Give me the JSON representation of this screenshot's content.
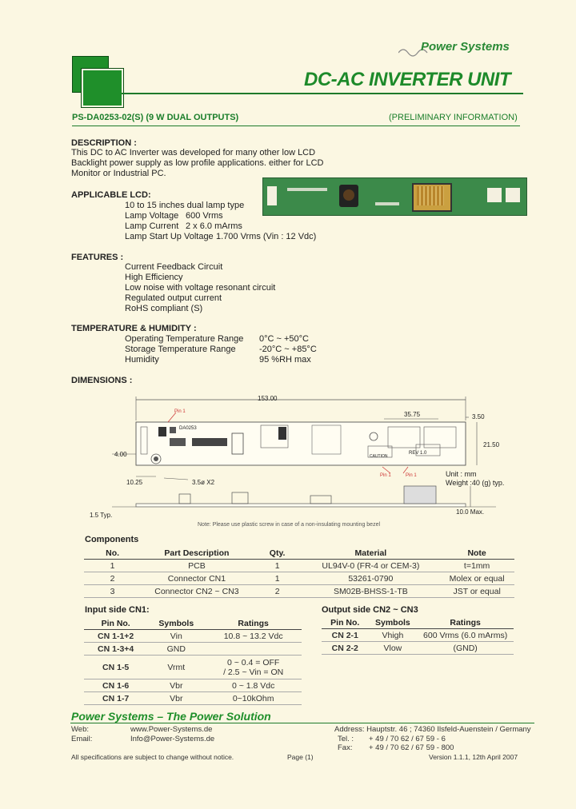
{
  "brand": "Power Systems",
  "title": "DC-AC INVERTER UNIT",
  "model": "PS-DA0253-02(S)  (9 W DUAL OUTPUTS)",
  "prelim": "(PRELIMINARY INFORMATION)",
  "description": {
    "heading": "DESCRIPTION :",
    "lines": [
      "This DC to AC Inverter was developed for many other low LCD",
      "Backlight power supply as low profile applications. either for LCD",
      "Monitor or Industrial PC."
    ]
  },
  "lcd": {
    "heading": "APPLICABLE LCD:",
    "items": [
      {
        "label": "10 to 15 inches dual lamp type",
        "value": ""
      },
      {
        "label": "Lamp Voltage",
        "value": "600 Vrms"
      },
      {
        "label": "Lamp Current",
        "value": "2 x 6.0 mArms"
      },
      {
        "label": "Lamp Start Up Voltage",
        "value": "1.700 Vrms (Vin : 12 Vdc)"
      }
    ]
  },
  "features": {
    "heading": "FEATURES :",
    "items": [
      "Current Feedback Circuit",
      "High Efficiency",
      "Low noise with voltage resonant circuit",
      "Regulated output current",
      "RoHS compliant (S)"
    ]
  },
  "temp": {
    "heading": "TEMPERATURE & HUMIDITY :",
    "items": [
      {
        "label": "Operating Temperature Range",
        "value": "0°C ~ +50°C"
      },
      {
        "label": "Storage Temperature Range",
        "value": "-20°C ~ +85°C"
      },
      {
        "label": "Humidity",
        "value": "95 %RH max"
      }
    ]
  },
  "dimensions": {
    "heading": "DIMENSIONS :",
    "length": "153.00",
    "d1": "35.75",
    "d2": "3.50",
    "width": "21.50",
    "side": "4.00",
    "hole_offset": "10.25",
    "hole": "3.5ø X2",
    "thick": "1.5 Typ.",
    "height": "10.0 Max.",
    "unit": "Unit : mm",
    "weight": "Weight :40 (g) typ.",
    "note": "Note: Please use plastic screw in case of a non-insulating mounting bezel",
    "pcb_model": "DA0253",
    "pin1": "Pin 1",
    "caution": "CAUTION",
    "rev": "REV 1.0"
  },
  "components": {
    "heading": "Components",
    "columns": [
      "No.",
      "Part Description",
      "Qty.",
      "Material",
      "Note"
    ],
    "rows": [
      [
        "1",
        "PCB",
        "1",
        "UL94V-0 (FR-4 or CEM-3)",
        "t=1mm"
      ],
      [
        "2",
        "Connector CN1",
        "1",
        "53261-0790",
        "Molex or equal"
      ],
      [
        "3",
        "Connector CN2 ~ CN3",
        "2",
        "SM02B-BHSS-1-TB",
        "JST or equal"
      ]
    ]
  },
  "input": {
    "heading": "Input side CN1:",
    "columns": [
      "Pin No.",
      "Symbols",
      "Ratings"
    ],
    "rows": [
      [
        "CN 1-1+2",
        "Vin",
        "10.8 ~ 13.2 Vdc"
      ],
      [
        "CN 1-3+4",
        "GND",
        ""
      ],
      [
        "CN 1-5",
        "Vrmt",
        "0 ~ 0.4 = OFF\n/ 2.5 ~ Vin = ON"
      ],
      [
        "CN 1-6",
        "Vbr",
        "0 ~ 1.8 Vdc"
      ],
      [
        "CN 1-7",
        "Vbr",
        "0~10kOhm"
      ]
    ]
  },
  "output": {
    "heading": "Output side CN2 ~ CN3",
    "columns": [
      "Pin No.",
      "Symbols",
      "Ratings"
    ],
    "rows": [
      [
        "CN 2-1",
        "Vhigh",
        "600 Vrms (6.0 mArms)"
      ],
      [
        "CN 2-2",
        "Vlow",
        "(GND)"
      ]
    ]
  },
  "footer": {
    "slogan": "Power Systems – The Power Solution",
    "web_label": "Web:",
    "web": "www.Power-Systems.de",
    "email_label": "Email:",
    "email": "Info@Power-Systems.de",
    "address": "Address: Hauptstr. 46 ; 74360 Ilsfeld-Auenstein / Germany",
    "tel_label": "Tel. :",
    "tel": "+ 49 / 70 62 / 67 59 - 6",
    "fax_label": "Fax:",
    "fax": "+ 49 / 70 62 / 67 59 - 800",
    "disclaimer": "All specifications are subject to change without notice.",
    "page": "Page (1)",
    "version": "Version 1.1.1, 12th April 2007"
  }
}
